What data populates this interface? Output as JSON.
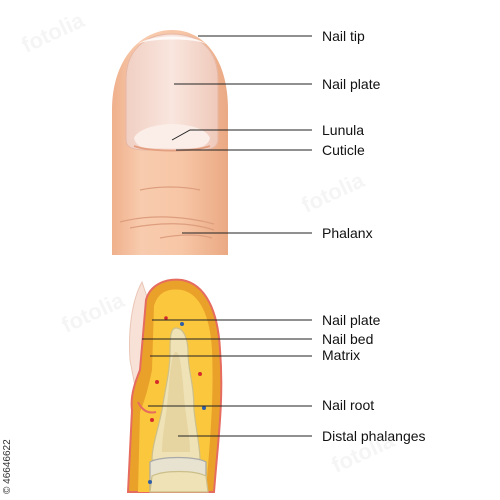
{
  "labels": {
    "nail_tip": "Nail tip",
    "nail_plate_top": "Nail plate",
    "lunula": "Lunula",
    "cuticle": "Cuticle",
    "phalanx": "Phalanx",
    "nail_plate_section": "Nail plate",
    "nail_bed": "Nail bed",
    "matrix": "Matrix",
    "nail_root": "Nail root",
    "distal_phalanges": "Distal phalanges"
  },
  "side_code": "© 46646622",
  "watermark": "fotolia",
  "colors": {
    "skin": "#f6c4a2",
    "skin_shadow": "#e9a986",
    "nail": "#f7ddd3",
    "lunula": "#fbeee8",
    "tissue_outer": "#e9a12a",
    "tissue_inner": "#fbc73d",
    "bone": "#eee2b6",
    "bone_marrow": "#d9c891",
    "leader": "#222222"
  }
}
